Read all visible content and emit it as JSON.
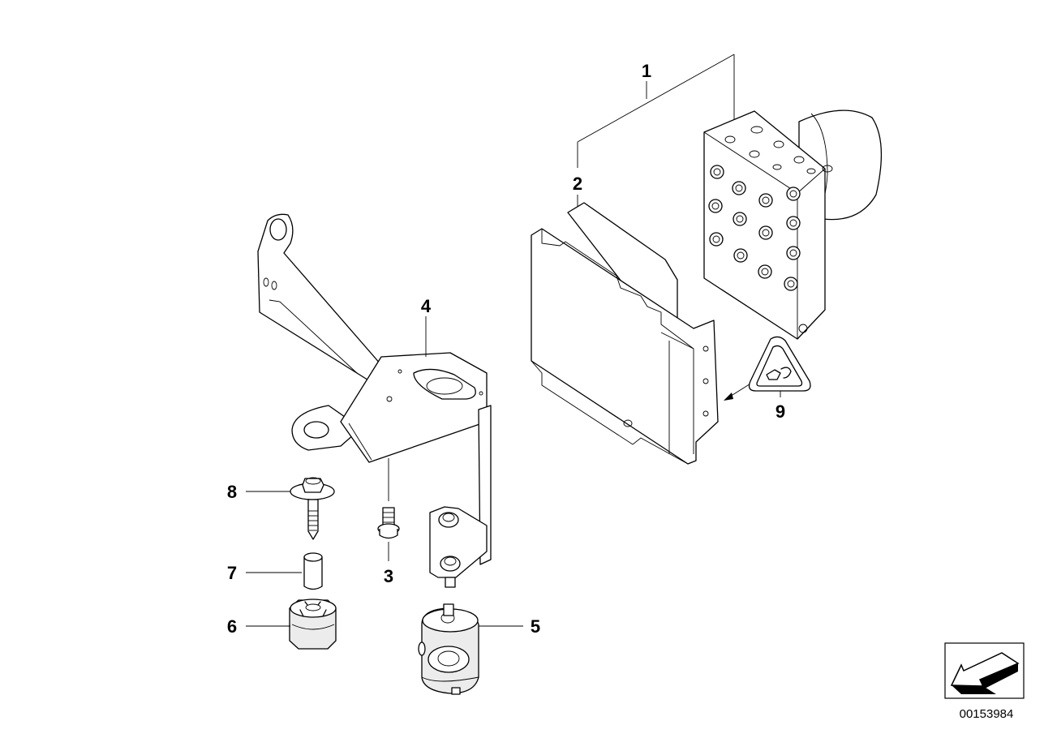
{
  "callouts": [
    {
      "id": "1",
      "label": "1"
    },
    {
      "id": "2",
      "label": "2"
    },
    {
      "id": "3",
      "label": "3"
    },
    {
      "id": "4",
      "label": "4"
    },
    {
      "id": "5",
      "label": "5"
    },
    {
      "id": "6",
      "label": "6"
    },
    {
      "id": "7",
      "label": "7"
    },
    {
      "id": "8",
      "label": "8"
    },
    {
      "id": "9",
      "label": "9"
    }
  ],
  "reference_number": "00153984"
}
